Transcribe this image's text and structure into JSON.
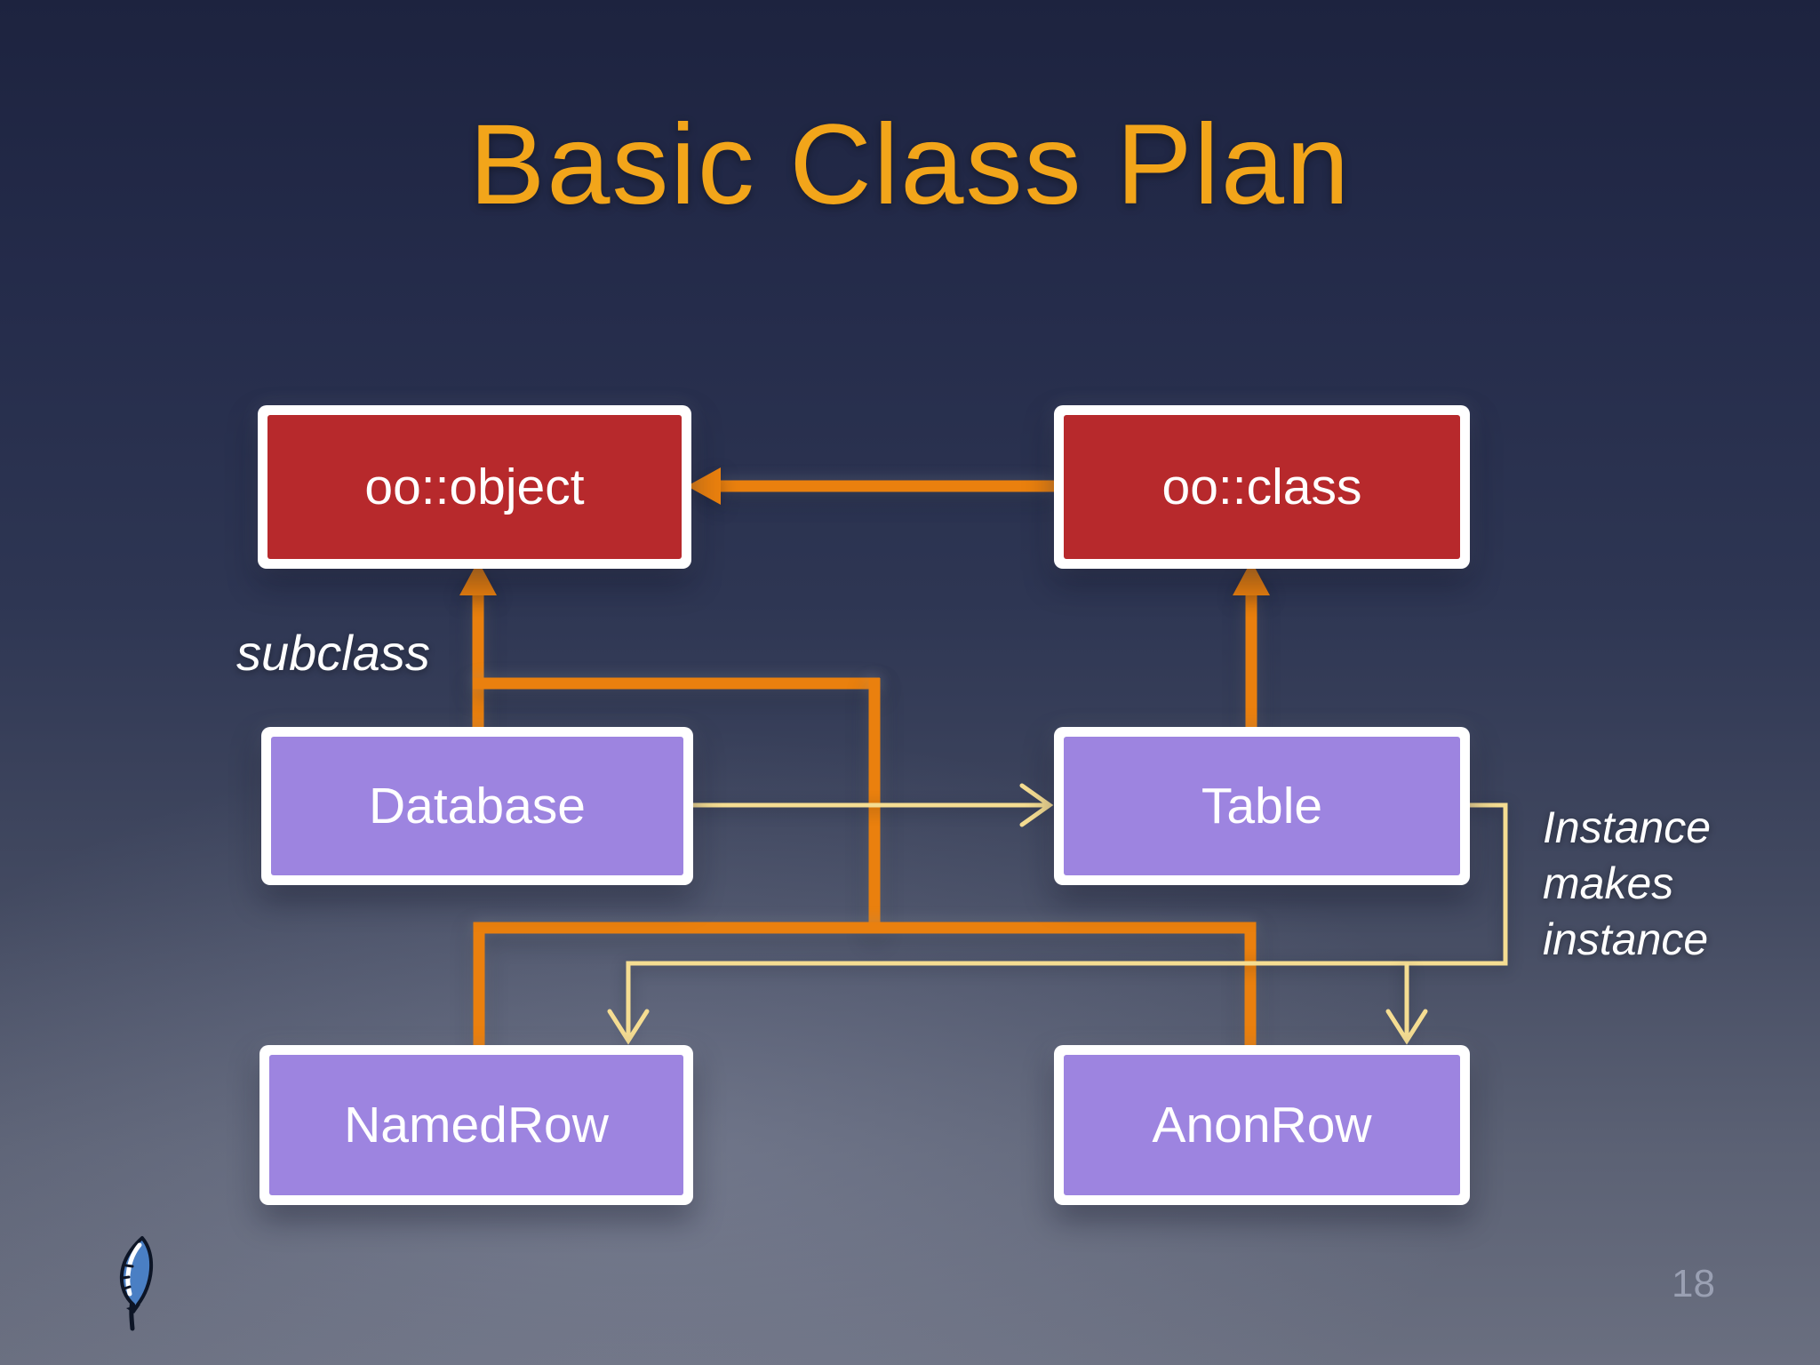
{
  "slide": {
    "title": "Basic Class Plan",
    "page_number": "18",
    "logo_icon": "tcl-feather-icon"
  },
  "diagram": {
    "nodes": [
      {
        "id": "oo_object",
        "label": "oo::object",
        "kind": "builtin"
      },
      {
        "id": "oo_class",
        "label": "oo::class",
        "kind": "builtin"
      },
      {
        "id": "database",
        "label": "Database",
        "kind": "user"
      },
      {
        "id": "table",
        "label": "Table",
        "kind": "user"
      },
      {
        "id": "named_row",
        "label": "NamedRow",
        "kind": "user"
      },
      {
        "id": "anon_row",
        "label": "AnonRow",
        "kind": "user"
      }
    ],
    "edges": [
      {
        "from": "oo_class",
        "to": "oo_object",
        "type": "subclass"
      },
      {
        "from": "database",
        "to": "oo_object",
        "type": "subclass"
      },
      {
        "from": "named_row",
        "to": "oo_object",
        "type": "subclass"
      },
      {
        "from": "anon_row",
        "to": "oo_object",
        "type": "subclass"
      },
      {
        "from": "table",
        "to": "oo_class",
        "type": "subclass"
      },
      {
        "from": "database",
        "to": "table",
        "type": "instance_makes_instance"
      },
      {
        "from": "table",
        "to": "named_row",
        "type": "instance_makes_instance"
      },
      {
        "from": "table",
        "to": "anon_row",
        "type": "instance_makes_instance"
      }
    ],
    "labels": {
      "subclass": "subclass",
      "instance": "Instance makes instance"
    },
    "colors": {
      "builtin_fill": "#b7292c",
      "user_fill": "#9d84e0",
      "subclass_arrow": "#ea800e",
      "instance_arrow": "#f5dd92",
      "title_color": "#f2a51a",
      "page_number_color": "#9aa0b3"
    }
  }
}
